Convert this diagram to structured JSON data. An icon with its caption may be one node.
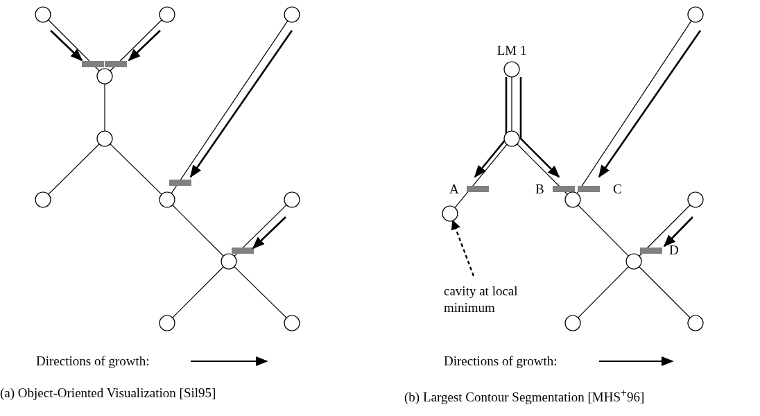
{
  "diagram": {
    "nodes": [
      {
        "text": [],
        "shape": "circle"
      },
      {
        "text": [],
        "shape": "circle"
      },
      {
        "text": [],
        "shape": "circle"
      },
      {
        "text": [],
        "shape": "circle"
      },
      {
        "text": [],
        "shape": "circle"
      },
      {
        "text": [],
        "shape": "circle"
      },
      {
        "text": [],
        "shape": "circle"
      },
      {
        "text": [],
        "shape": "circle"
      },
      {
        "text": [],
        "shape": "circle"
      },
      {
        "text": [],
        "shape": "circle"
      },
      {
        "text": [],
        "shape": "circle"
      },
      {
        "text": [],
        "shape": "circle"
      },
      {
        "text": [
          "LM 1"
        ]
      },
      {
        "text": [],
        "shape": "circle"
      },
      {
        "text": [],
        "shape": "circle"
      },
      {
        "text": [],
        "shape": "circle"
      },
      {
        "text": [],
        "shape": "circle"
      },
      {
        "text": [],
        "shape": "circle"
      },
      {
        "text": [],
        "shape": "circle"
      },
      {
        "text": [],
        "shape": "circle"
      },
      {
        "text": [
          "cavity at local minimum"
        ]
      }
    ],
    "edges": [
      {
        "from": 0,
        "to": 3,
        "arrow": "none"
      },
      {
        "from": 1,
        "to": 3,
        "arrow": "none"
      },
      {
        "from": 3,
        "to": 4,
        "arrow": "none"
      },
      {
        "from": 4,
        "to": 5,
        "arrow": "none"
      },
      {
        "from": 4,
        "to": 6,
        "arrow": "none"
      },
      {
        "from": 2,
        "to": 6,
        "arrow": "none"
      },
      {
        "from": 6,
        "to": 8,
        "arrow": "none"
      },
      {
        "from": 7,
        "to": 8,
        "arrow": "none"
      },
      {
        "from": 8,
        "to": 9,
        "arrow": "none"
      },
      {
        "from": 8,
        "to": 10,
        "arrow": "none"
      },
      {
        "from": 12,
        "to": 14,
        "arrow": "none"
      },
      {
        "from": 14,
        "to": 15,
        "arrow": "none"
      },
      {
        "from": 14,
        "to": 16,
        "arrow": "none"
      },
      {
        "from": 11,
        "to": 16,
        "arrow": "none"
      },
      {
        "from": 16,
        "to": 18,
        "arrow": "none"
      },
      {
        "from": 17,
        "to": 18,
        "arrow": "none"
      },
      {
        "from": 18,
        "to": 13,
        "arrow": "none"
      },
      {
        "from": 18,
        "to": 19,
        "arrow": "none"
      },
      {
        "from": 20,
        "to": 15,
        "arrow": "to",
        "style": "dashed"
      }
    ],
    "labels": [
      "A",
      "B",
      "C",
      "D",
      "Directions of growth:",
      "Directions of growth:",
      "(a) Object-Oriented Visualization [Sil95]",
      "(b) Largest Contour Segmentation [MHS$^{+}$96]"
    ]
  }
}
